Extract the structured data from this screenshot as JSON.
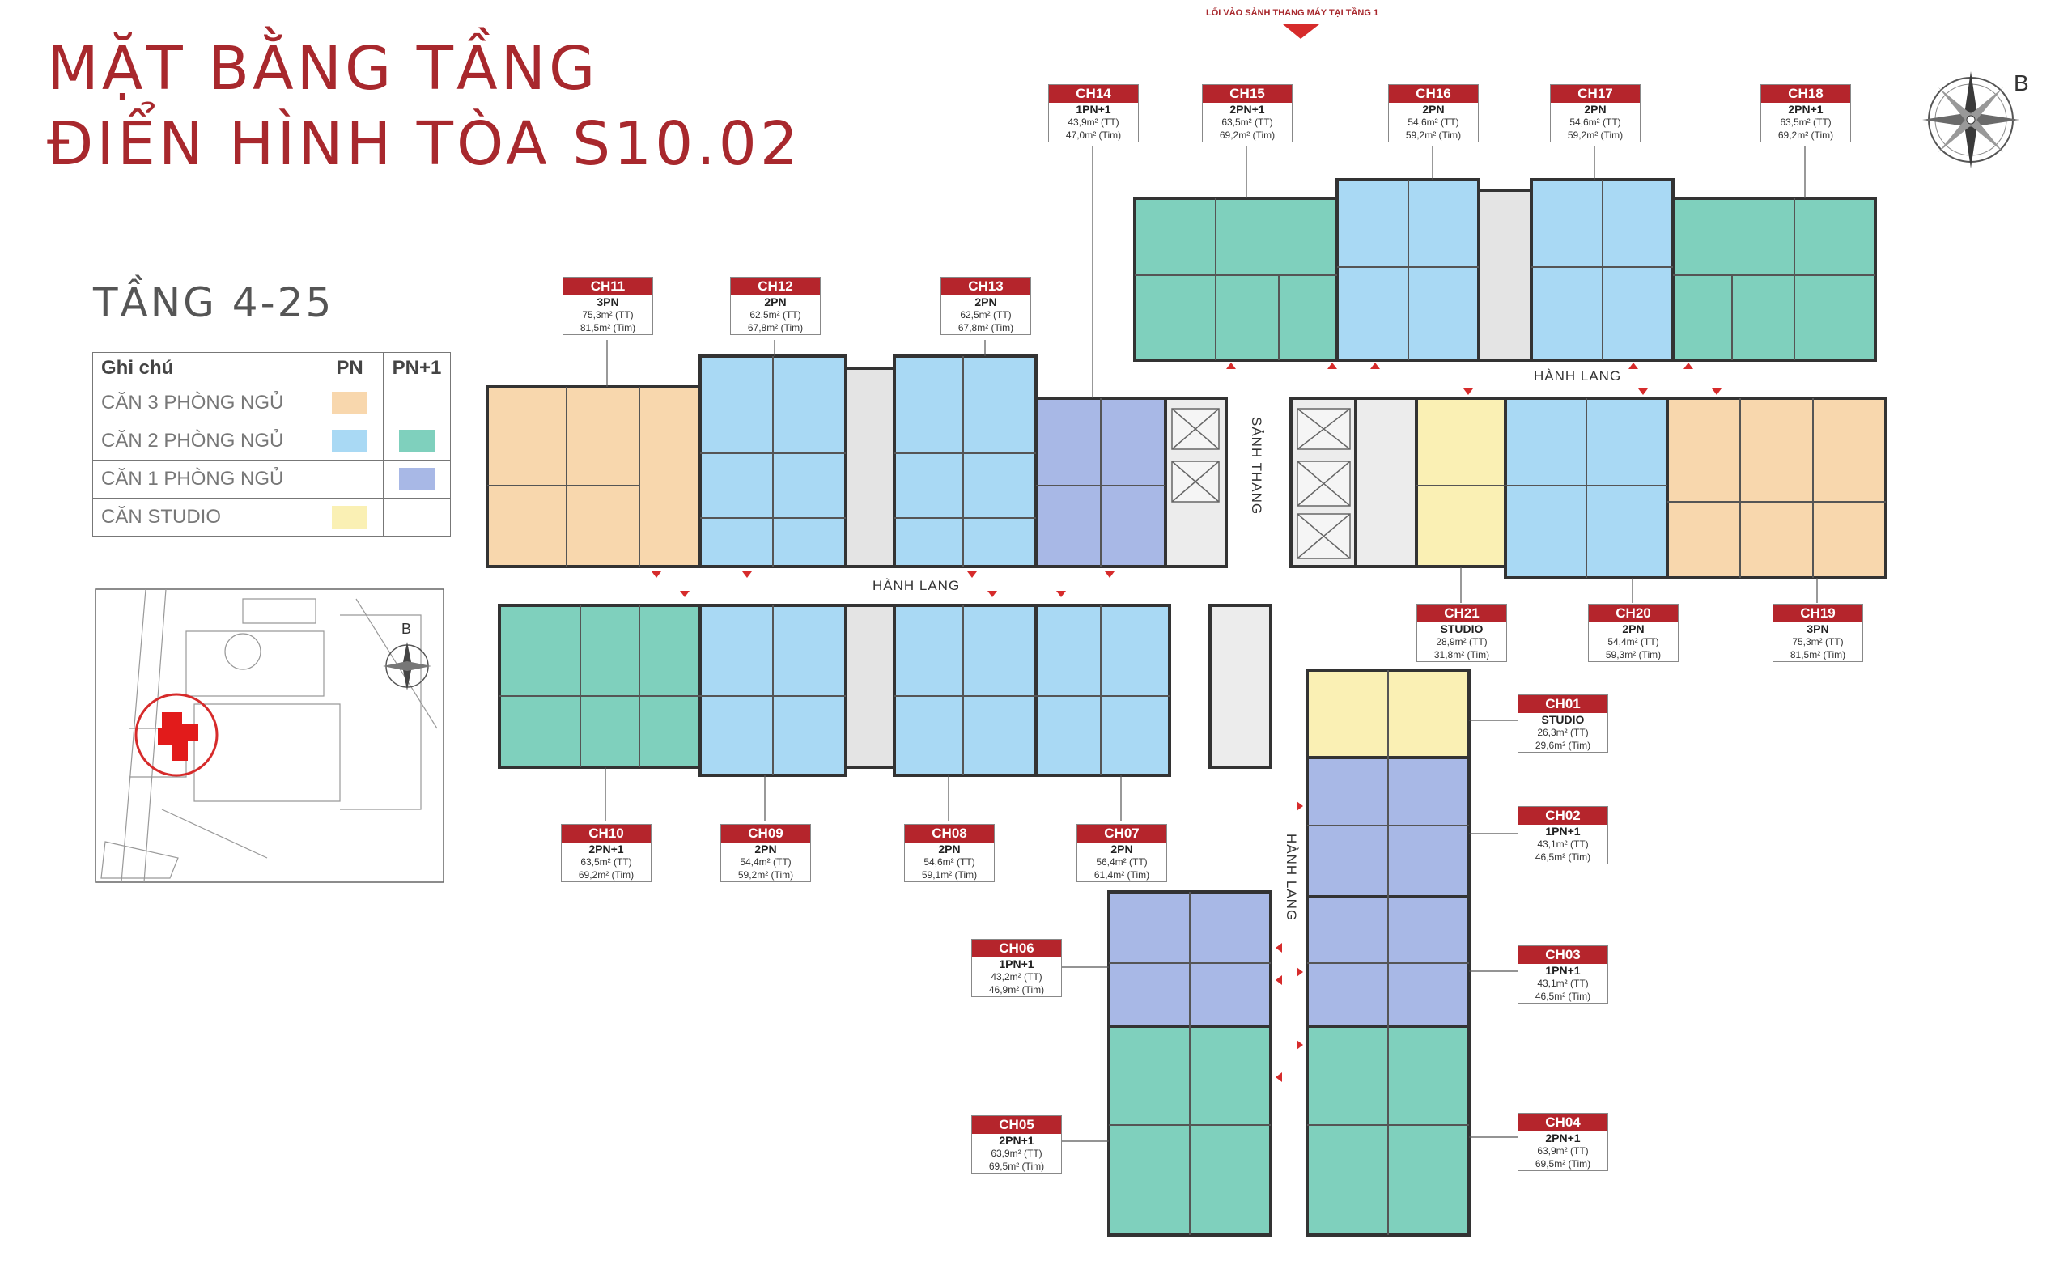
{
  "title_line1": "MẶT BẰNG TẦNG",
  "title_line2": "ĐIỂN HÌNH TÒA S10.02",
  "floor_label": "TẦNG 4-25",
  "entrance_note": "LỐI VÀO SẢNH THANG MÁY TẠI TẦNG 1",
  "compass_label": "B",
  "corridors": [
    "HÀNH LANG",
    "HÀNH LANG",
    "SẢNH THANG",
    "HÀNH LANG"
  ],
  "legend": {
    "header": [
      "Ghi chú",
      "PN",
      "PN+1"
    ],
    "rows": [
      {
        "label": "CĂN 3 PHÒNG NGỦ",
        "pn": "#f8d7ad",
        "pn1": ""
      },
      {
        "label": "CĂN 2 PHÒNG NGỦ",
        "pn": "#a9d9f4",
        "pn1": "#7fd0bd"
      },
      {
        "label": "CĂN 1 PHÒNG NGỦ",
        "pn": "",
        "pn1": "#a8b8e6"
      },
      {
        "label": "CĂN STUDIO",
        "pn": "#faf0b4",
        "pn1": ""
      }
    ]
  },
  "colors": {
    "3pn": "#f8d7ad",
    "2pn": "#a9d9f4",
    "2pn1": "#7fd0bd",
    "1pn1": "#a8b8e6",
    "studio": "#faf0b4",
    "core": "#ececec",
    "accent": "#b5252c"
  },
  "units": [
    {
      "code": "CH01",
      "type": "STUDIO",
      "tt": "26,3m² (TT)",
      "tim": "29,6m² (Tim)"
    },
    {
      "code": "CH02",
      "type": "1PN+1",
      "tt": "43,1m² (TT)",
      "tim": "46,5m² (Tim)"
    },
    {
      "code": "CH03",
      "type": "1PN+1",
      "tt": "43,1m² (TT)",
      "tim": "46,5m² (Tim)"
    },
    {
      "code": "CH04",
      "type": "2PN+1",
      "tt": "63,9m² (TT)",
      "tim": "69,5m² (Tim)"
    },
    {
      "code": "CH05",
      "type": "2PN+1",
      "tt": "63,9m² (TT)",
      "tim": "69,5m² (Tim)"
    },
    {
      "code": "CH06",
      "type": "1PN+1",
      "tt": "43,2m² (TT)",
      "tim": "46,9m² (Tim)"
    },
    {
      "code": "CH07",
      "type": "2PN",
      "tt": "56,4m² (TT)",
      "tim": "61,4m² (Tim)"
    },
    {
      "code": "CH08",
      "type": "2PN",
      "tt": "54,6m² (TT)",
      "tim": "59,1m² (Tim)"
    },
    {
      "code": "CH09",
      "type": "2PN",
      "tt": "54,4m² (TT)",
      "tim": "59,2m² (Tim)"
    },
    {
      "code": "CH10",
      "type": "2PN+1",
      "tt": "63,5m² (TT)",
      "tim": "69,2m² (Tim)"
    },
    {
      "code": "CH11",
      "type": "3PN",
      "tt": "75,3m² (TT)",
      "tim": "81,5m² (Tim)"
    },
    {
      "code": "CH12",
      "type": "2PN",
      "tt": "62,5m² (TT)",
      "tim": "67,8m² (Tim)"
    },
    {
      "code": "CH13",
      "type": "2PN",
      "tt": "62,5m² (TT)",
      "tim": "67,8m² (Tim)"
    },
    {
      "code": "CH14",
      "type": "1PN+1",
      "tt": "43,9m² (TT)",
      "tim": "47,0m² (Tim)"
    },
    {
      "code": "CH15",
      "type": "2PN+1",
      "tt": "63,5m² (TT)",
      "tim": "69,2m² (Tim)"
    },
    {
      "code": "CH16",
      "type": "2PN",
      "tt": "54,6m² (TT)",
      "tim": "59,2m² (Tim)"
    },
    {
      "code": "CH17",
      "type": "2PN",
      "tt": "54,6m² (TT)",
      "tim": "59,2m² (Tim)"
    },
    {
      "code": "CH18",
      "type": "2PN+1",
      "tt": "63,5m² (TT)",
      "tim": "69,2m² (Tim)"
    },
    {
      "code": "CH19",
      "type": "3PN",
      "tt": "75,3m² (TT)",
      "tim": "81,5m² (Tim)"
    },
    {
      "code": "CH20",
      "type": "2PN",
      "tt": "54,4m² (TT)",
      "tim": "59,3m² (Tim)"
    },
    {
      "code": "CH21",
      "type": "STUDIO",
      "tt": "28,9m² (TT)",
      "tim": "31,8m² (Tim)"
    }
  ]
}
